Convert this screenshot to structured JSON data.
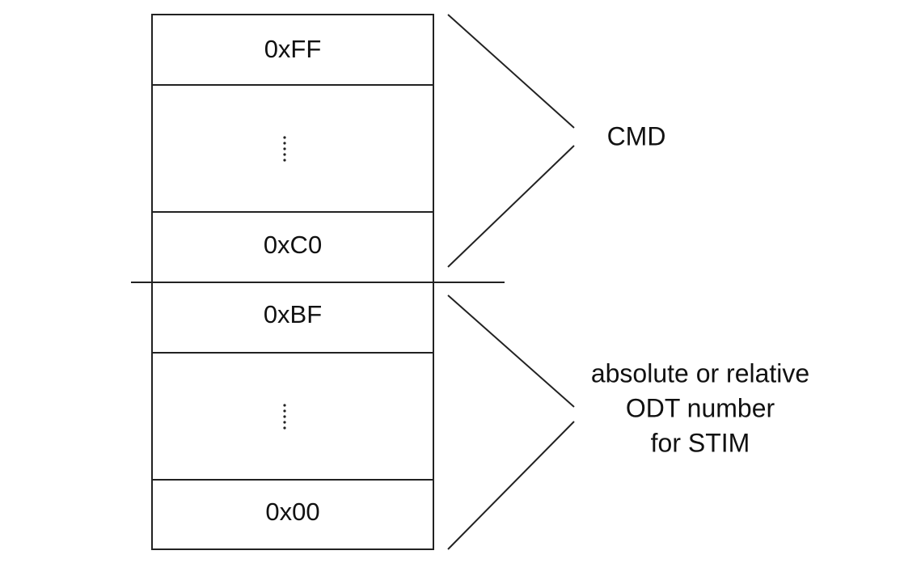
{
  "memory_map": {
    "cells": [
      {
        "label": "0xFF"
      },
      {
        "label": ""
      },
      {
        "label": "0xC0"
      },
      {
        "label": "0xBF"
      },
      {
        "label": ""
      },
      {
        "label": "0x00"
      }
    ],
    "groups": [
      {
        "label_lines": [
          "CMD"
        ]
      },
      {
        "label_lines": [
          "absolute or relative",
          "ODT number",
          "for STIM"
        ]
      }
    ]
  }
}
